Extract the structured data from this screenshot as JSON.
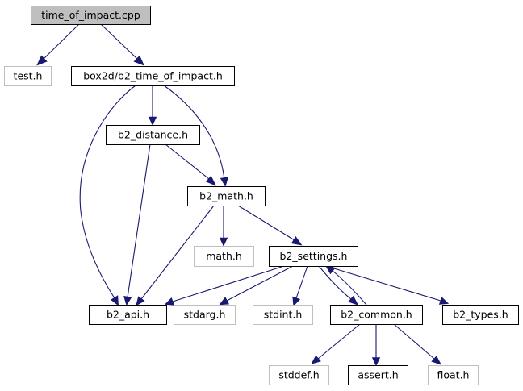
{
  "diagram": {
    "nodes": [
      {
        "id": "time_of_impact_cpp",
        "label": "time_of_impact.cpp",
        "kind": "root"
      },
      {
        "id": "test_h",
        "label": "test.h",
        "kind": "external"
      },
      {
        "id": "b2_time_of_impact_h",
        "label": "box2d/b2_time_of_impact.h",
        "kind": "documented"
      },
      {
        "id": "b2_distance_h",
        "label": "b2_distance.h",
        "kind": "documented"
      },
      {
        "id": "b2_math_h",
        "label": "b2_math.h",
        "kind": "documented"
      },
      {
        "id": "math_h",
        "label": "math.h",
        "kind": "external"
      },
      {
        "id": "b2_settings_h",
        "label": "b2_settings.h",
        "kind": "documented"
      },
      {
        "id": "b2_api_h",
        "label": "b2_api.h",
        "kind": "documented"
      },
      {
        "id": "stdarg_h",
        "label": "stdarg.h",
        "kind": "external"
      },
      {
        "id": "stdint_h",
        "label": "stdint.h",
        "kind": "external"
      },
      {
        "id": "b2_common_h",
        "label": "b2_common.h",
        "kind": "documented"
      },
      {
        "id": "b2_types_h",
        "label": "b2_types.h",
        "kind": "documented"
      },
      {
        "id": "stddef_h",
        "label": "stddef.h",
        "kind": "external"
      },
      {
        "id": "assert_h",
        "label": "assert.h",
        "kind": "documented"
      },
      {
        "id": "float_h",
        "label": "float.h",
        "kind": "external"
      }
    ],
    "edges": [
      {
        "from": "time_of_impact_cpp",
        "to": "test_h"
      },
      {
        "from": "time_of_impact_cpp",
        "to": "b2_time_of_impact_h"
      },
      {
        "from": "b2_time_of_impact_h",
        "to": "b2_distance_h"
      },
      {
        "from": "b2_time_of_impact_h",
        "to": "b2_math_h"
      },
      {
        "from": "b2_time_of_impact_h",
        "to": "b2_api_h"
      },
      {
        "from": "b2_distance_h",
        "to": "b2_math_h"
      },
      {
        "from": "b2_distance_h",
        "to": "b2_api_h"
      },
      {
        "from": "b2_math_h",
        "to": "math_h"
      },
      {
        "from": "b2_math_h",
        "to": "b2_settings_h"
      },
      {
        "from": "b2_math_h",
        "to": "b2_api_h"
      },
      {
        "from": "b2_settings_h",
        "to": "b2_api_h"
      },
      {
        "from": "b2_settings_h",
        "to": "stdarg_h"
      },
      {
        "from": "b2_settings_h",
        "to": "stdint_h"
      },
      {
        "from": "b2_settings_h",
        "to": "b2_common_h"
      },
      {
        "from": "b2_settings_h",
        "to": "b2_types_h"
      },
      {
        "from": "b2_common_h",
        "to": "b2_settings_h"
      },
      {
        "from": "b2_common_h",
        "to": "stddef_h"
      },
      {
        "from": "b2_common_h",
        "to": "assert_h"
      },
      {
        "from": "b2_common_h",
        "to": "float_h"
      }
    ],
    "colors": {
      "edge": "#191970",
      "root_fill": "#bfbfbf",
      "root_border": "#000000",
      "documented_border": "#000000",
      "external_border": "#bfbfbf",
      "node_fill": "#ffffff"
    }
  }
}
